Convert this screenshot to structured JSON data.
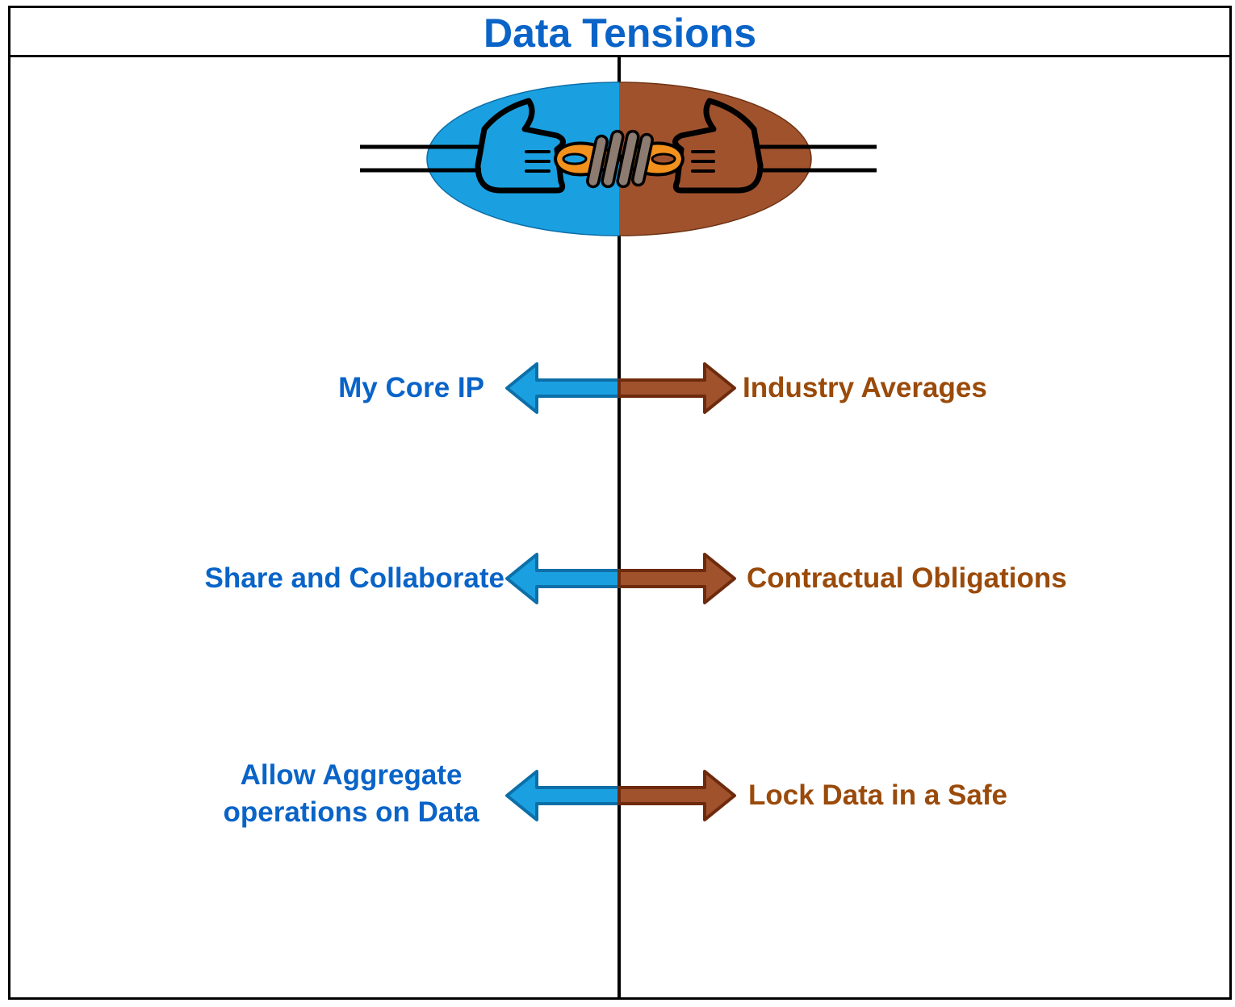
{
  "title": "Data Tensions",
  "colors": {
    "left_accent": "#1aa0e0",
    "left_text": "#0a64c8",
    "right_accent": "#a0522d",
    "right_text": "#9a4a0a",
    "rope": "#f2911c",
    "binding": "#8c7b70"
  },
  "icon": "tug-of-war-handshake-icon",
  "tensions": [
    {
      "left": "My Core IP",
      "right": "Industry Averages"
    },
    {
      "left": "Share and Collaborate",
      "right": "Contractual Obligations"
    },
    {
      "left": "Allow Aggregate operations on Data",
      "right": "Lock Data in a Safe"
    }
  ]
}
